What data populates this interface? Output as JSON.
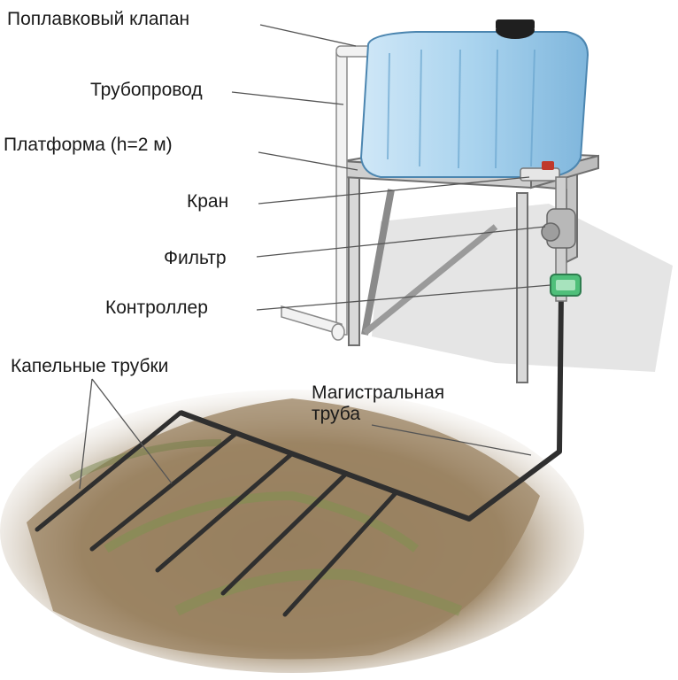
{
  "labels": {
    "float_valve": "Поплавковый клапан",
    "pipeline": "Трубопровод",
    "platform": "Платформа (h=2 м)",
    "tap": "Кран",
    "filter": "Фильтр",
    "controller": "Контроллер",
    "drip_tubes": "Капельные трубки",
    "main_pipe_line1": "Магистральная",
    "main_pipe_line2": "труба"
  },
  "colors": {
    "tank": "#a9d3ee",
    "tank_dark": "#7fb6dc",
    "pipe": "#2f2f2f",
    "soil": "#9c8466",
    "grass": "#7f9150",
    "controller": "#4fbf7a",
    "tap": "#c0392b"
  }
}
